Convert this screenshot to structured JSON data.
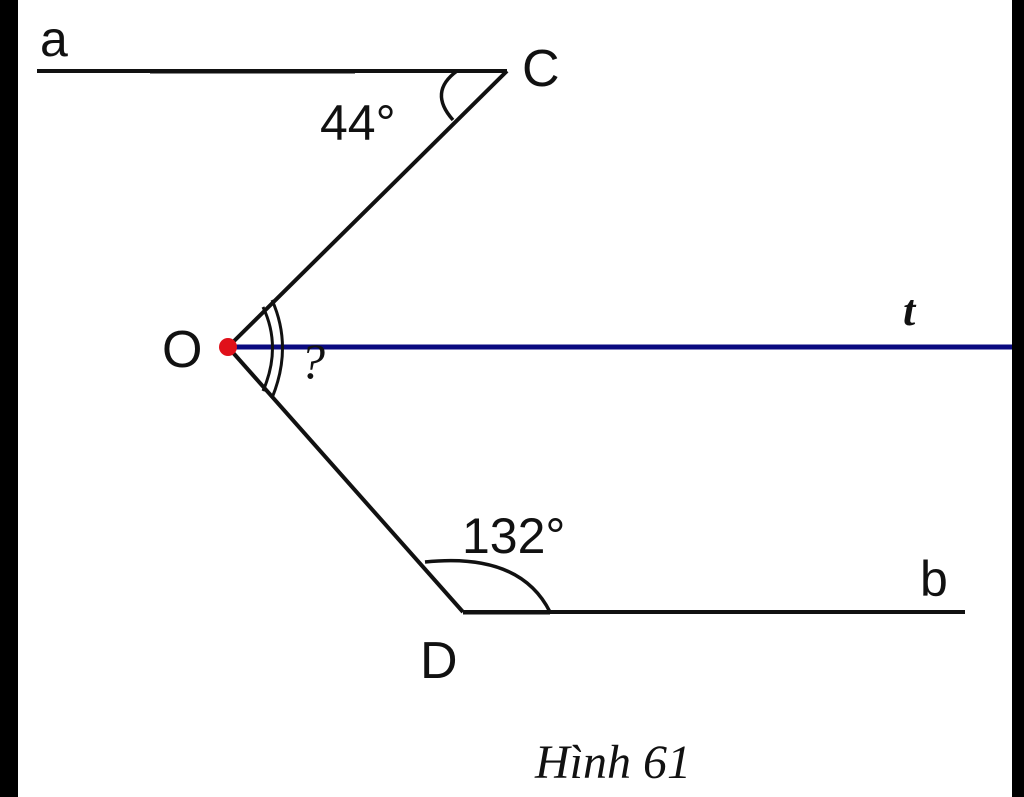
{
  "figure": {
    "caption": "Hình 61",
    "lines": {
      "a": {
        "label": "a"
      },
      "b": {
        "label": "b"
      },
      "t": {
        "label": "t",
        "color": "#0a0a80"
      }
    },
    "points": {
      "C": {
        "label": "C"
      },
      "O": {
        "label": "O",
        "color": "#e0101a"
      },
      "D": {
        "label": "D"
      }
    },
    "angles": {
      "at_C": {
        "label": "44°",
        "value": 44
      },
      "at_D": {
        "label": "132°",
        "value": 132
      },
      "at_O": {
        "label": "?"
      }
    },
    "colors": {
      "stroke": "#111111",
      "background": "#ffffff",
      "frame_border": "#000000"
    }
  }
}
